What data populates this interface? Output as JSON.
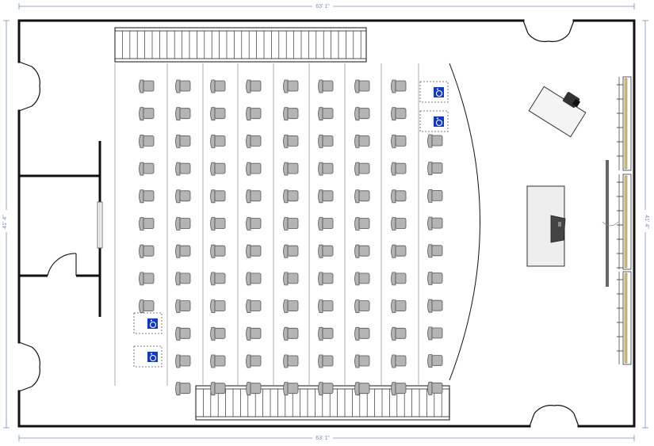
{
  "dimensions": {
    "width_top": "63' 1\"",
    "width_bottom": "63' 1\"",
    "depth_left": "41' 4\"",
    "depth_right": "41' 4\""
  },
  "layout": {
    "seat_columns": 9,
    "seat_rows": 12,
    "right_seat_columns": 1,
    "right_seat_rows": 10,
    "accessible_spaces": 4,
    "doors": 4,
    "stairs": 2
  },
  "icons": {
    "accessible": "wheelchair-accessible-icon",
    "seat": "chair-icon",
    "door": "door-icon",
    "lectern": "lectern-icon",
    "projector": "projector-icon"
  },
  "colors": {
    "wall": "#111111",
    "seat_fill": "#b4b4b4",
    "seat_stroke": "#555555",
    "dimension_line": "#7a8fb8",
    "accessible_blue": "#1238c8",
    "stage_fill": "#eeeeee",
    "board_fill": "#d9c36a"
  }
}
